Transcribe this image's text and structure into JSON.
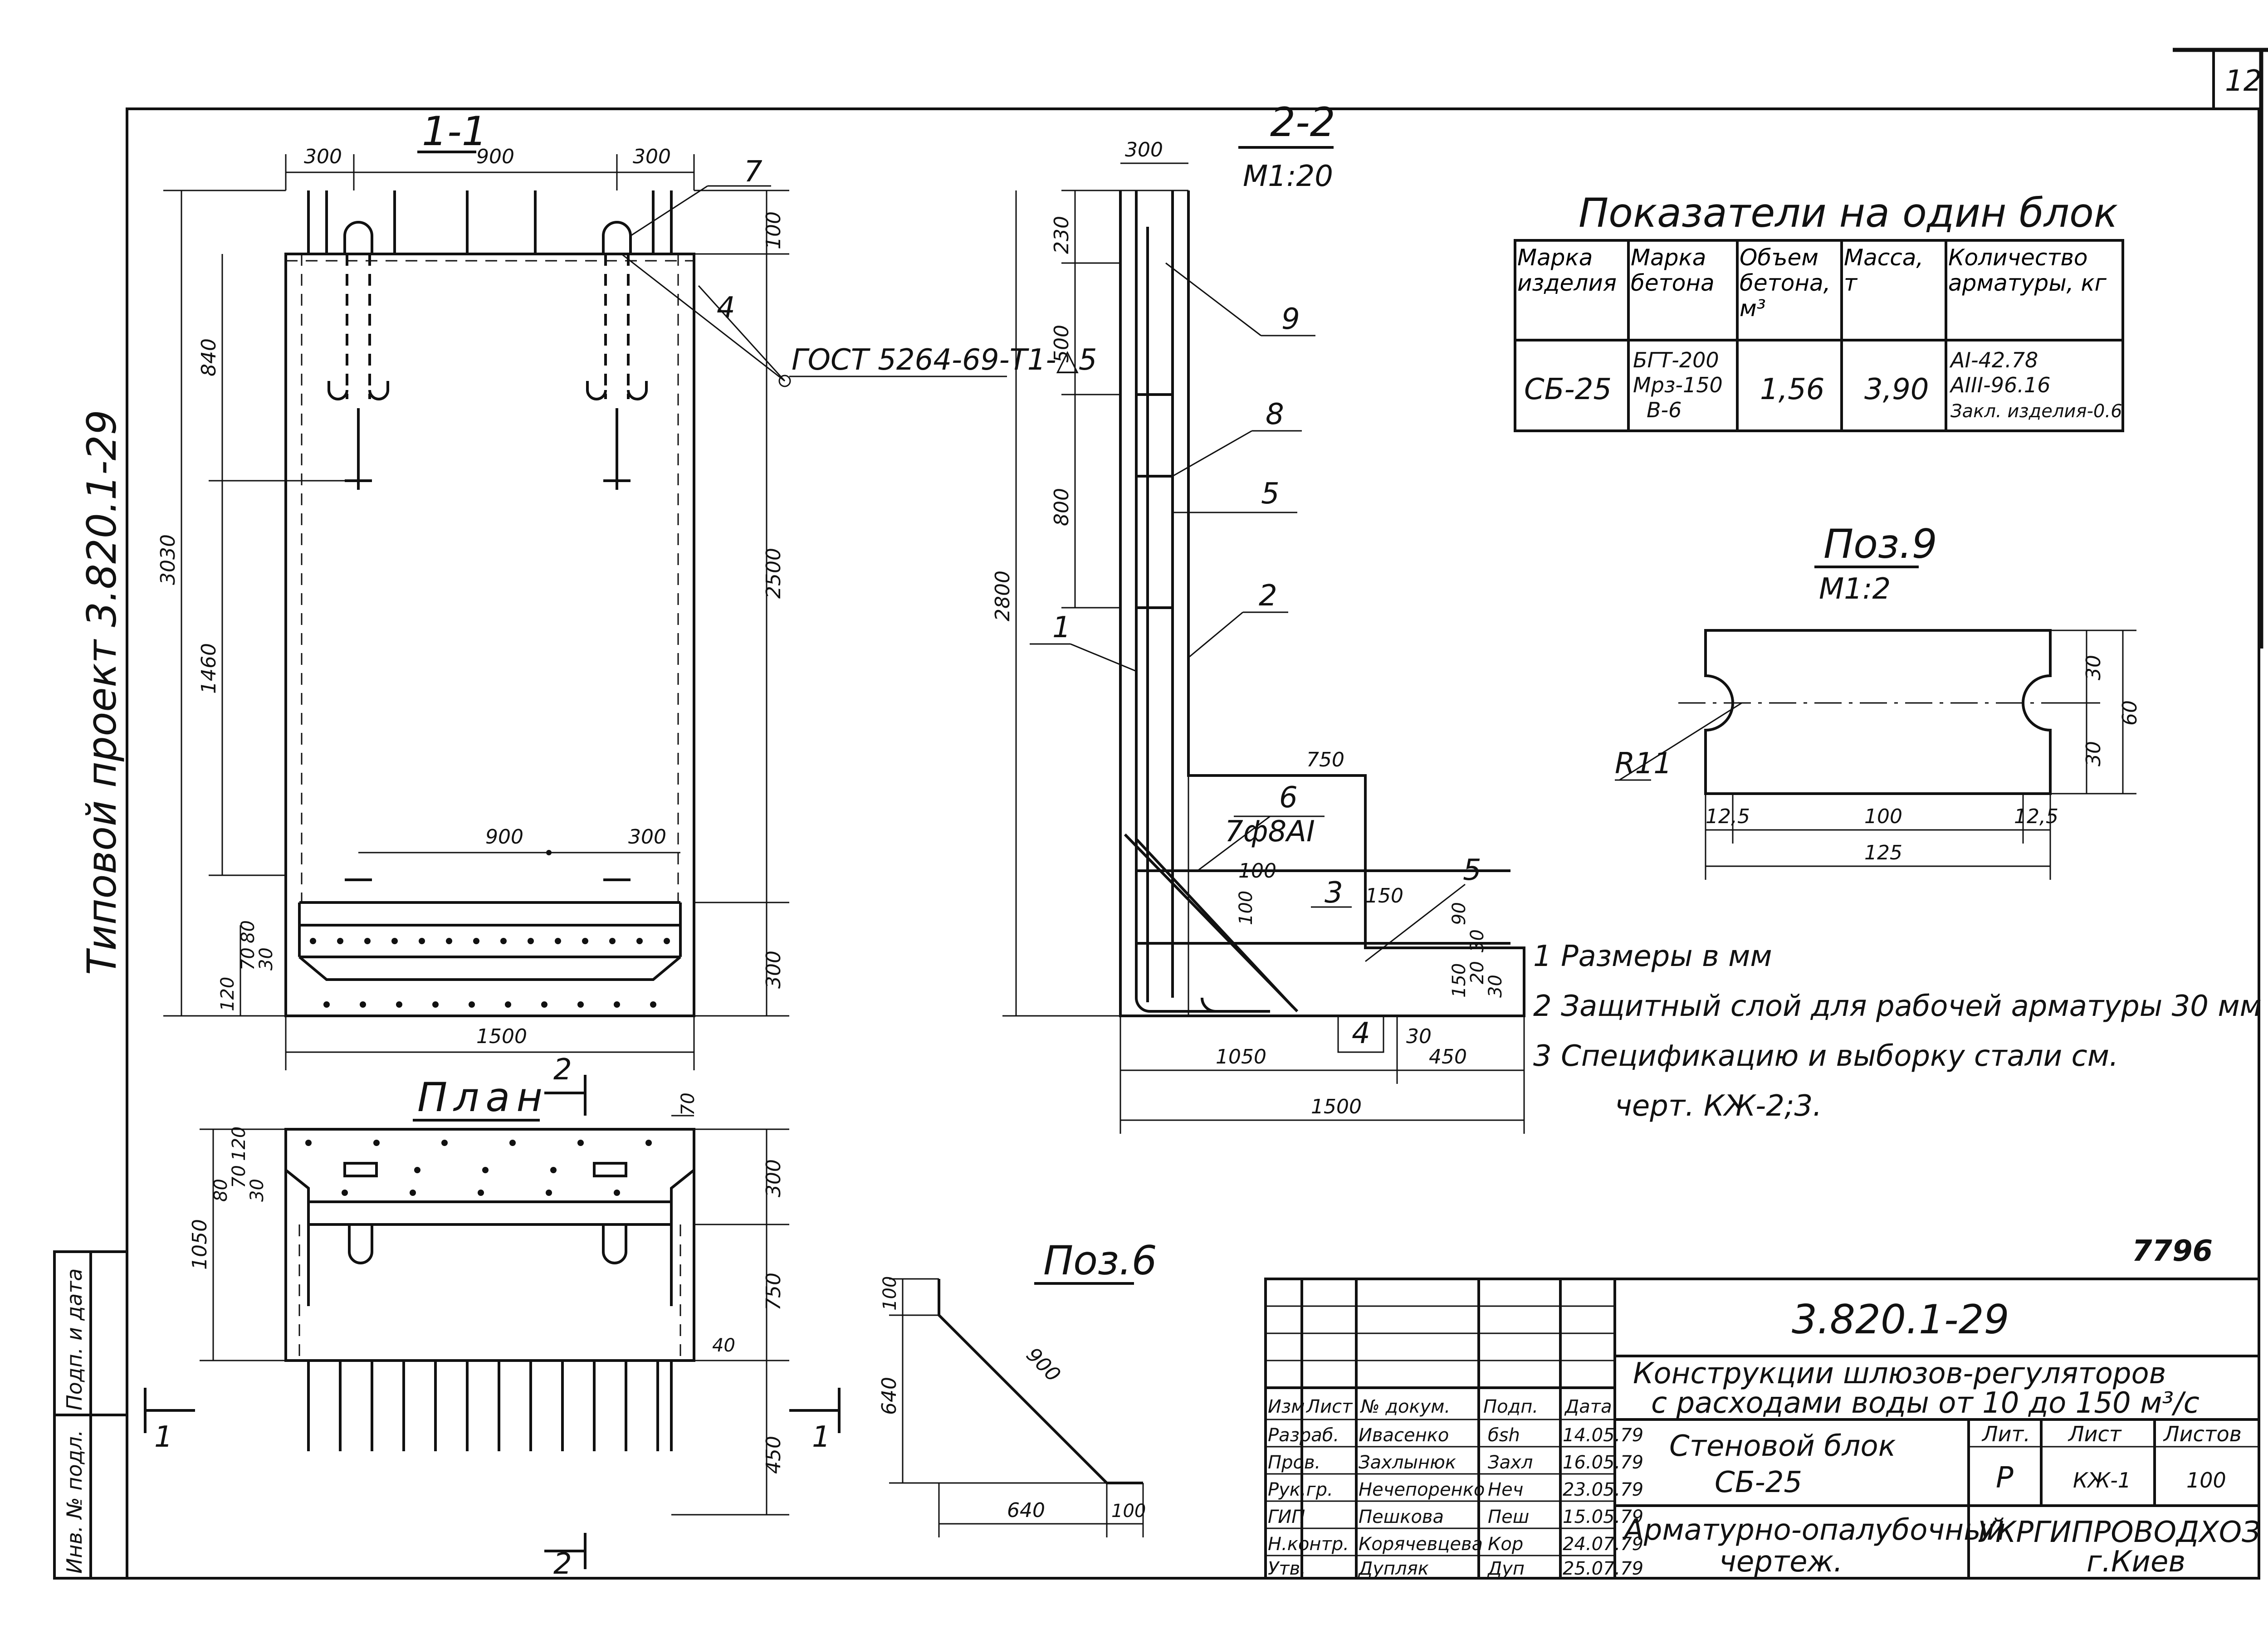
{
  "sheet": {
    "number": "12",
    "archive_number": "7796",
    "side_project": "Типовой проект 3.820.1-29",
    "side_labels": [
      "Подп. и дата",
      "Инв. № подл."
    ]
  },
  "section_1_1": {
    "title": "1-1",
    "dims_top": [
      "300",
      "900",
      "300"
    ],
    "dims_left": [
      "840",
      "1460",
      "3030"
    ],
    "dims_right": [
      "100",
      "2500",
      "300"
    ],
    "dims_inner": [
      "900",
      "300"
    ],
    "dims_bottom_left": [
      "120",
      "70",
      "80",
      "30"
    ],
    "width": "1500",
    "callouts": [
      "7",
      "4"
    ],
    "weld_note": "ГОСТ 5264-69-Т1-△5"
  },
  "section_2_2": {
    "title": "2-2",
    "scale": "М1:20",
    "dims_top": [
      "300"
    ],
    "dims_left": [
      "230",
      "500",
      "800",
      "2800"
    ],
    "callouts": [
      "9",
      "8",
      "5",
      "2",
      "1",
      "6",
      "3",
      "5",
      "4"
    ],
    "bar_spec": "7ф8АI",
    "dims_misc": [
      "750",
      "100",
      "100",
      "150",
      "90",
      "30",
      "150",
      "20",
      "30",
      "30"
    ],
    "dims_bottom": [
      "1050",
      "450",
      "1500"
    ]
  },
  "plan": {
    "title": "План",
    "cut_mark": "2",
    "dims_top": [
      "70"
    ],
    "dims_left": [
      "120",
      "70",
      "80",
      "30",
      "1050"
    ],
    "dims_right": [
      "300",
      "750",
      "40",
      "450"
    ],
    "section_marks": [
      "1",
      "1",
      "2"
    ]
  },
  "pos6": {
    "title": "Поз.6",
    "dims": [
      "100",
      "640",
      "900",
      "640",
      "100"
    ]
  },
  "pos9": {
    "title": "Поз.9",
    "scale": "М1:2",
    "radius": "R11",
    "dims_right": [
      "30",
      "30",
      "60"
    ],
    "dims_bottom": [
      "12,5",
      "100",
      "12,5",
      "125"
    ]
  },
  "indicators": {
    "title": "Показатели на один блок",
    "headers": [
      "Марка изделия",
      "Марка бетона",
      "Объем бетона, м³",
      "Масса, т",
      "Количество арматуры, кг"
    ],
    "row": {
      "mark": "СБ-25",
      "concrete": [
        "БГТ-200",
        "Мрз-150",
        "В-6"
      ],
      "volume": "1,56",
      "mass": "3,90",
      "rebar": [
        "АI-42.78",
        "АIII-96.16",
        "Закл. изделия-0.6"
      ]
    }
  },
  "notes": [
    "1 Размеры в мм",
    "2 Защитный слой для рабочей арматуры 30 мм",
    "3 Спецификацию и выборку стали см.",
    "черт. КЖ-2;3."
  ],
  "title_block": {
    "code": "3.820.1-29",
    "project": "Конструкции шлюзов-регуляторов",
    "project2": "с расходами воды от 10 до 150 м³/с",
    "item": "Стеновой блок",
    "item_code": "СБ-25",
    "drawing": "Арматурно-опалубочный",
    "drawing2": "чертеж.",
    "org": "УКРГИПРОВОДХОЗ",
    "city": "г.Киев",
    "stage_header": "Лит.",
    "sheet_header": "Лист",
    "sheets_header": "Листов",
    "stage": "Р",
    "sheet": "КЖ-1",
    "sheets": "100",
    "col_headers": [
      "Изм",
      "Лист",
      "№ докум.",
      "Подп.",
      "Дата"
    ],
    "people": [
      {
        "role": "Разраб.",
        "name": "Ивасенко",
        "sign": "бsh",
        "date": "14.05.79"
      },
      {
        "role": "Пров.",
        "name": "Захлынюк",
        "sign": "Захл",
        "date": "16.05.79"
      },
      {
        "role": "Рук.гр.",
        "name": "Нечепоренко",
        "sign": "Неч",
        "date": "23.05.79"
      },
      {
        "role": "ГИП",
        "name": "Пешкова",
        "sign": "Пеш",
        "date": "15.05.79"
      },
      {
        "role": "Н.контр.",
        "name": "Корячевцева",
        "sign": "Кор",
        "date": "24.07.79"
      },
      {
        "role": "Утв.",
        "name": "Дупляк",
        "sign": "Дуп",
        "date": "25.07.79"
      }
    ]
  }
}
